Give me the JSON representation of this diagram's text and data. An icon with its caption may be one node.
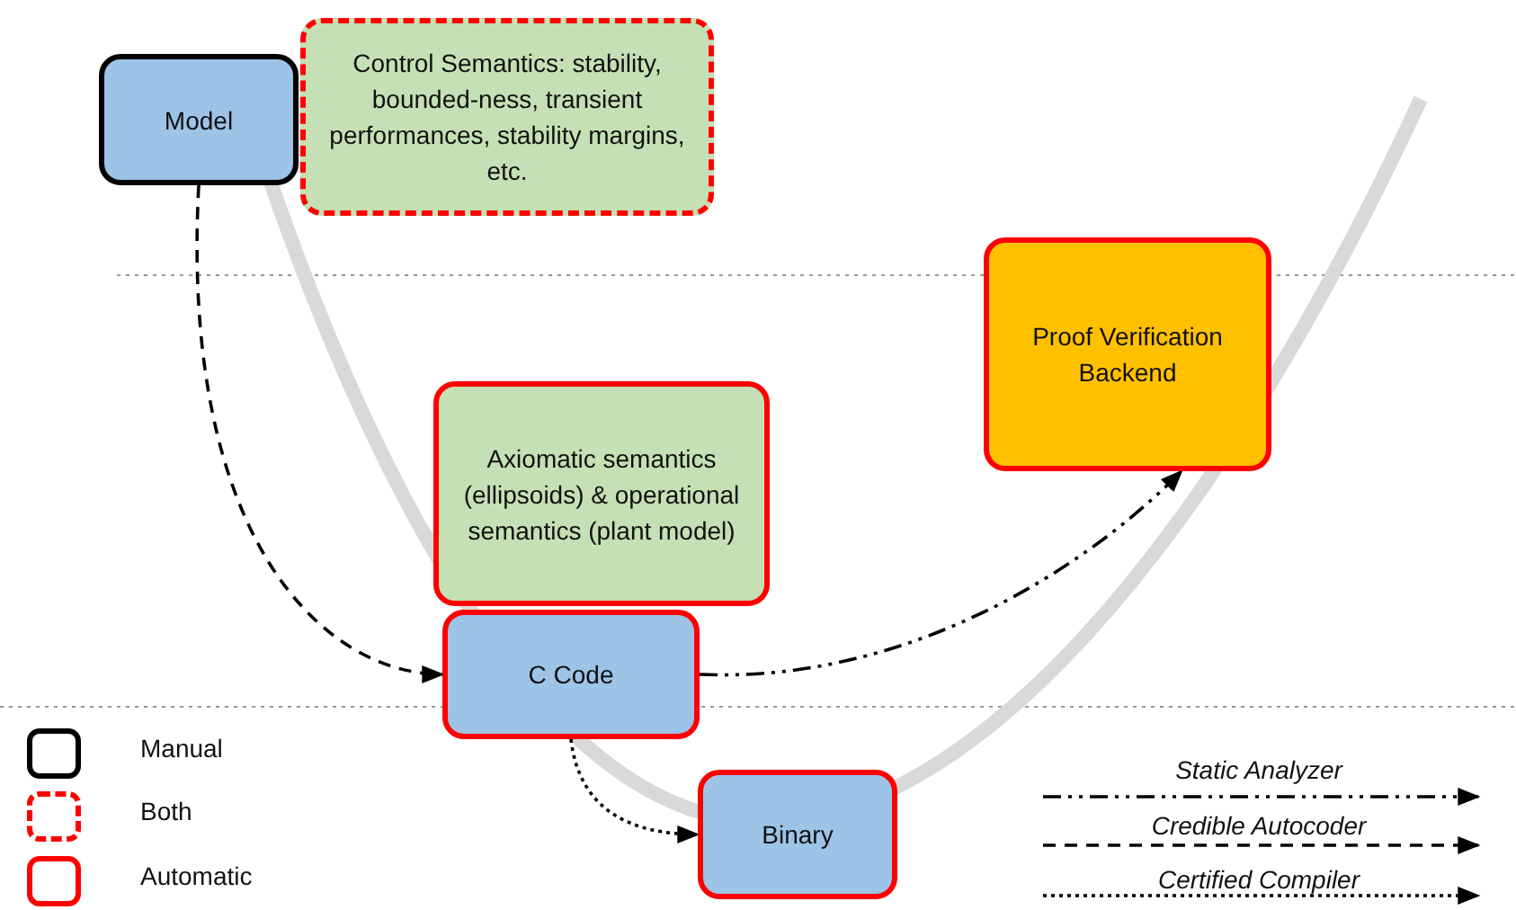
{
  "diagram": {
    "nodes": [
      {
        "text": [
          "Model"
        ]
      },
      {
        "text": [
          "Control Semantics: stability, bounded-ness, transient performances, stability margins, etc."
        ]
      },
      {
        "text": [
          "Proof Verification Backend"
        ]
      },
      {
        "text": [
          "Axiomatic semantics (ellipsoids) & operational semantics (plant model)"
        ]
      },
      {
        "text": [
          "C Code"
        ]
      },
      {
        "text": [
          "Binary"
        ]
      }
    ],
    "edges": [
      {
        "from": 0,
        "to": 4,
        "arrow": "to",
        "style": "dashed"
      },
      {
        "from": 4,
        "to": 2,
        "arrow": "to",
        "style": "dashed"
      },
      {
        "from": 4,
        "to": 5,
        "arrow": "to",
        "style": "dashed"
      }
    ],
    "legend": [
      {
        "text": "Manual"
      },
      {
        "text": "Both"
      },
      {
        "text": "Automatic"
      },
      {
        "text": "Static Analyzer"
      },
      {
        "text": "Credible Autocoder"
      },
      {
        "text": "Certified Compiler"
      }
    ]
  }
}
